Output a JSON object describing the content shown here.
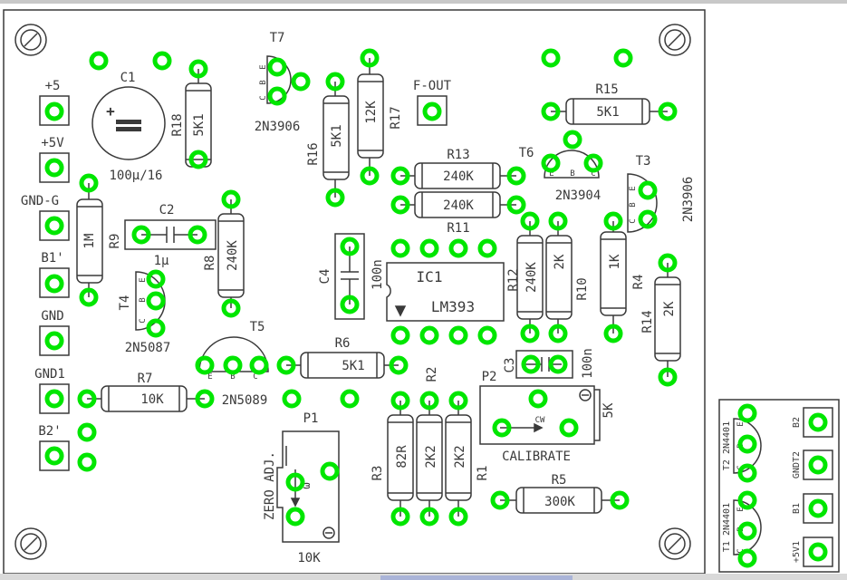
{
  "colors": {
    "pad": "#00e600",
    "outline": "#3a3a3a",
    "board": "#ffffff"
  },
  "terminals": {
    "plus5": "+5",
    "plus5v": "+5V",
    "gnd_g": "GND-G",
    "b1": "B1'",
    "gnd": "GND",
    "gnd1": "GND1",
    "b2": "B2'",
    "f_out": "F-OUT"
  },
  "components": {
    "c1": {
      "ref": "C1",
      "value": "100µ/16",
      "polarity": "+"
    },
    "c2": {
      "ref": "C2"
    },
    "c3": {
      "ref": "C3",
      "value": "100n"
    },
    "c4": {
      "ref": "C4",
      "value": "100n"
    },
    "r1": {
      "ref": "R1"
    },
    "r2": {
      "ref": "R2"
    },
    "r3": {
      "ref": "R3",
      "value": "82R"
    },
    "r1_val": "2K2",
    "r2_val": "2K2",
    "r4": {
      "ref": "R4",
      "value": "1K"
    },
    "r5": {
      "ref": "R5",
      "value": "300K"
    },
    "r6": {
      "ref": "R6",
      "value": "5K1"
    },
    "r7": {
      "ref": "R7",
      "value": "10K"
    },
    "r8": {
      "ref": "R8",
      "value": "240K"
    },
    "r9": {
      "ref": "R9",
      "value": "1M"
    },
    "r10": {
      "ref": "R10",
      "value": "2K"
    },
    "r11": {
      "ref": "R11",
      "value": "240K"
    },
    "r12": {
      "ref": "R12",
      "value": "240K"
    },
    "r13": {
      "ref": "R13",
      "value": "240K"
    },
    "r14": {
      "ref": "R14",
      "value": "2K"
    },
    "r15": {
      "ref": "R15",
      "value": "5K1"
    },
    "r16": {
      "ref": "R16",
      "value": "5K1"
    },
    "r17": {
      "ref": "R17",
      "value": "12K"
    },
    "r18": {
      "ref": "R18",
      "value": "5K1"
    },
    "ic1": {
      "ref": "IC1",
      "part": "LM393"
    },
    "t3": {
      "ref": "T3",
      "part": "2N3906"
    },
    "t4": {
      "ref": "T4",
      "part": "2N5087",
      "note": "1μ"
    },
    "t5": {
      "ref": "T5",
      "part": "2N5089"
    },
    "t6": {
      "ref": "T6",
      "part": "2N3904"
    },
    "t7": {
      "ref": "T7",
      "part": "2N3906"
    },
    "p1": {
      "ref": "P1",
      "value": "10K",
      "label": "ZERO ADJ."
    },
    "p2": {
      "ref": "P2",
      "value": "5K",
      "label": "CALIBRATE"
    },
    "pot_mark": "ω"
  },
  "pin_labels": {
    "e": "E",
    "b": "B",
    "c": "C",
    "cw": "CW"
  },
  "daughter_board": {
    "t1": "T1 2N4401",
    "t2": "T2 2N4401",
    "b1": "B1",
    "b2": "B2",
    "gndt2": "GNDT2",
    "plus5v1": "+5V1"
  }
}
